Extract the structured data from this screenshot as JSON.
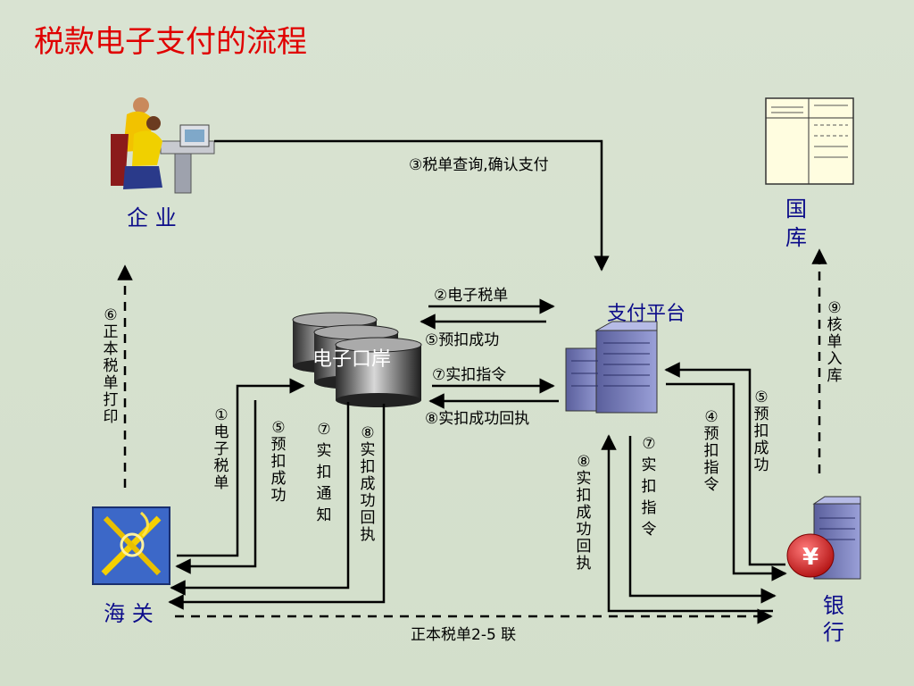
{
  "title": "税款电子支付的流程",
  "colors": {
    "title": "#e00000",
    "node_label": "#0c0c8a",
    "background": "#d6e1cf"
  },
  "nodes": {
    "enterprise": {
      "label": "企 业",
      "icon": "office-workers-icon"
    },
    "treasury": {
      "label": "国库",
      "icon": "ledger-document-icon"
    },
    "platform": {
      "label": "支付平台",
      "icon": "server-icon"
    },
    "eport": {
      "label": "电子口岸",
      "icon": "database-cylinders-icon"
    },
    "customs": {
      "label": "海 关",
      "icon": "customs-emblem-icon"
    },
    "bank": {
      "label": "银行",
      "icon": "bank-server-icon"
    }
  },
  "edges": {
    "step3": "③税单查询,确认支付",
    "step2": "②电子税单",
    "step5a": "⑤预扣成功",
    "step7a": "⑦实扣指令",
    "step8a": "⑧实扣成功回执",
    "step6": "⑥正本税单打印",
    "step1": "①电子税单",
    "step5b": "⑤预扣成功",
    "step7b": "⑦实扣通知",
    "step8b": "⑧实扣成功回执",
    "step8c": "⑧实扣成功回执",
    "step7c": "⑦实扣指令",
    "step4": "④预扣指令",
    "step5c": "⑤预扣成功",
    "step9": "⑨核单入库",
    "bottom": "正本税单2-5 联"
  }
}
